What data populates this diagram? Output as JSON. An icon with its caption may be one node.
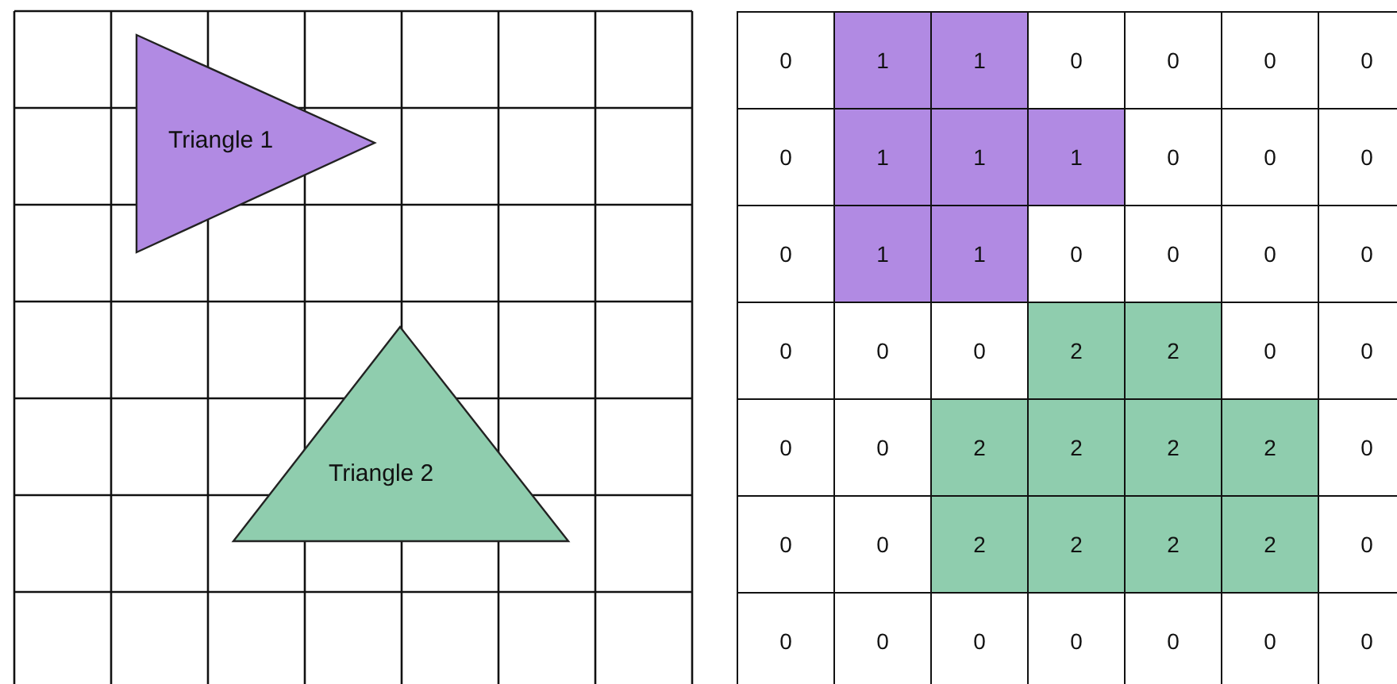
{
  "diagram": {
    "nodes": [
      {
        "text": [
          "Triangle 1"
        ]
      },
      {
        "text": [
          "Triangle 2"
        ]
      }
    ],
    "edges": [],
    "labels": [
      "0",
      "1",
      "1",
      "0",
      "0",
      "0",
      "0",
      "0",
      "1",
      "1",
      "1",
      "0",
      "0",
      "0",
      "0",
      "1",
      "1",
      "0",
      "0",
      "0",
      "0",
      "0",
      "0",
      "0",
      "2",
      "2",
      "0",
      "0",
      "0",
      "0",
      "2",
      "2",
      "2",
      "2",
      "0",
      "0",
      "0",
      "2",
      "2",
      "2",
      "2",
      "0",
      "0",
      "0",
      "0",
      "0",
      "0",
      "0",
      "0"
    ]
  }
}
